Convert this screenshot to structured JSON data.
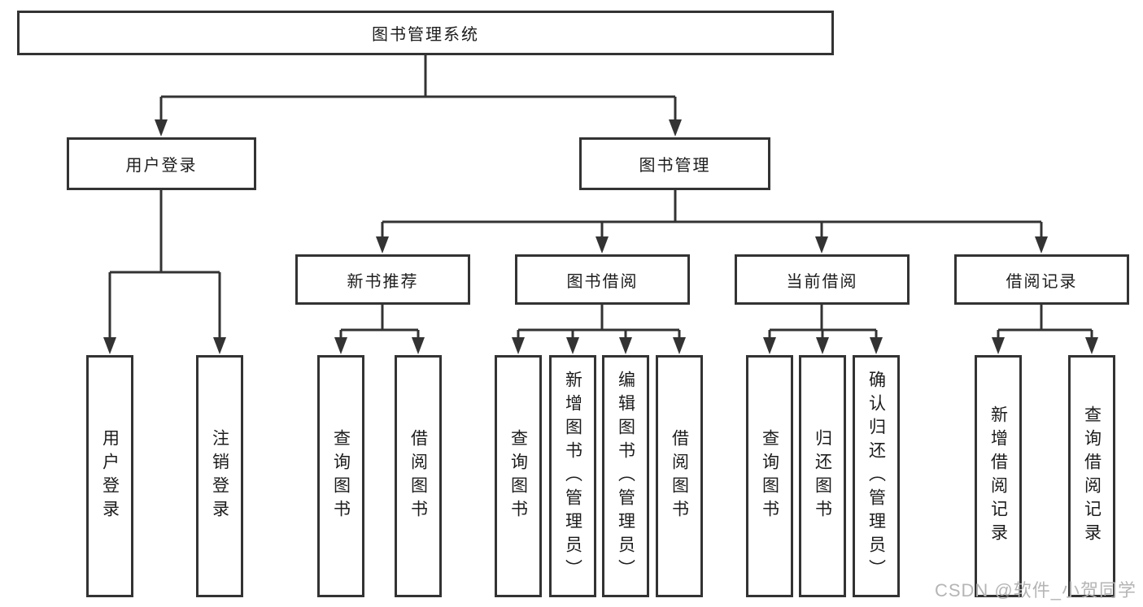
{
  "diagram": {
    "root": "图书管理系统",
    "branches": {
      "user_login": {
        "label": "用户登录",
        "children": {
          "login": "用户登录",
          "logout": "注销登录"
        }
      },
      "book_management": {
        "label": "图书管理",
        "children": {
          "new_book_recommendation": {
            "label": "新书推荐",
            "children": {
              "query_books": "查询图书",
              "borrow_books": "借阅图书"
            }
          },
          "book_borrowing": {
            "label": "图书借阅",
            "children": {
              "query_books": "查询图书",
              "add_books_admin": "新增图书（管理员）",
              "edit_books_admin": "编辑图书（管理员）",
              "borrow_books": "借阅图书"
            }
          },
          "current_borrowing": {
            "label": "当前借阅",
            "children": {
              "query_books": "查询图书",
              "return_books": "归还图书",
              "confirm_return_admin": "确认归还（管理员）"
            }
          },
          "borrowing_records": {
            "label": "借阅记录",
            "children": {
              "add_record": "新增借阅记录",
              "query_record": "查询借阅记录"
            }
          }
        }
      }
    }
  },
  "watermark": "CSDN @软件_小贺同学",
  "colors": {
    "line": "#333333",
    "text": "#1c1c1c",
    "watermark": "#b5b5b5",
    "background": "#ffffff"
  }
}
